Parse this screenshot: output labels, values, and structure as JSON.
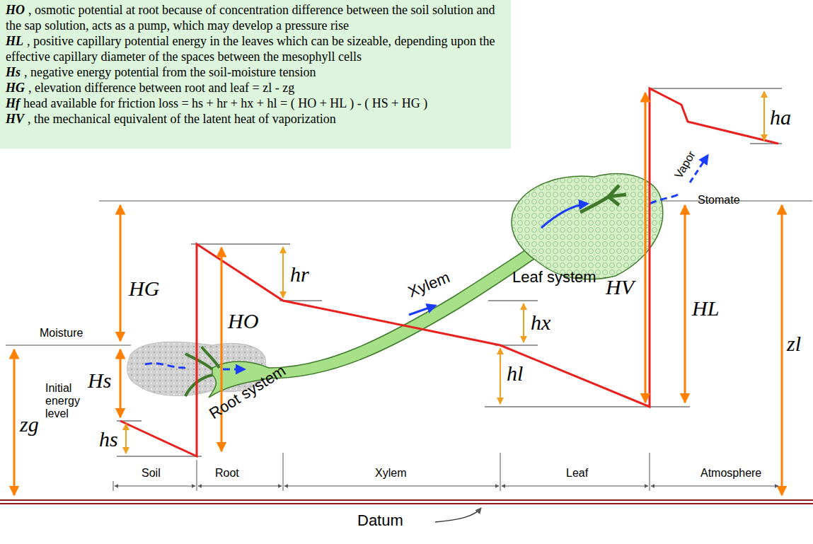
{
  "diagram": {
    "nodes": [
      {
        "text": [
          "HO",
          ", osmotic potential at root because of concentration difference between the soil solution and the sap solution, acts as a pump, which may develop a pressure rise",
          "HL",
          ", positive capillary potential energy in the leaves which can be sizeable, depending upon the effective capillary diameter of the spaces between the mesophyll cells",
          "Hs",
          ", negative energy potential from the soil-moisture tension",
          "HG",
          ", elevation difference between root and leaf = zl - zg",
          "Hf",
          "head available for friction loss = hs + hr + hx + hl = ( HO + HL ) - ( HS + HG )",
          "HV",
          ", the mechanical equivalent of the latent heat of vaporization"
        ]
      }
    ],
    "labels": [
      "HG",
      "HO",
      "hr",
      "hx",
      "hl",
      "Xylem",
      "Leaf system",
      "Root system",
      "HV",
      "HL",
      "zl",
      "ha",
      "Vapor",
      "Stomate",
      "Moisture",
      "Hs",
      "Initial energy level",
      "zg",
      "hs",
      "Soil",
      "Root",
      "Xylem",
      "Leaf",
      "Atmosphere",
      "Datum"
    ]
  }
}
